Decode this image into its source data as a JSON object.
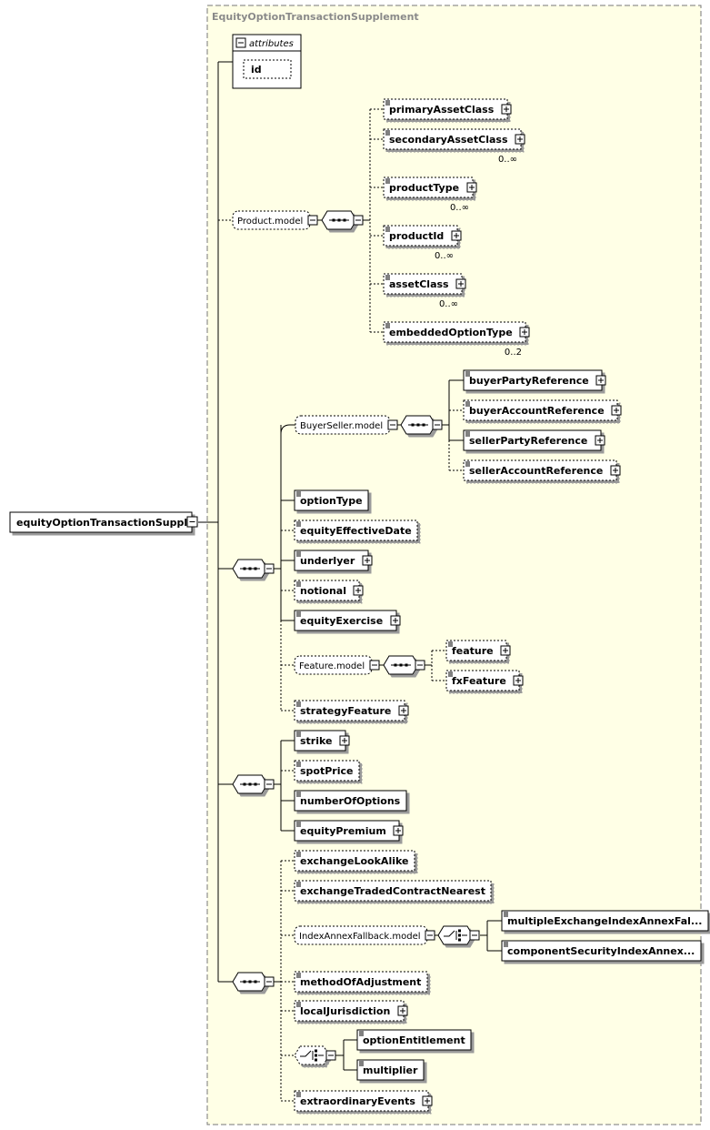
{
  "supplement_title": "EquityOptionTransactionSupplement",
  "root": {
    "label": "equityOptionTransactionSuppl..."
  },
  "attributes": {
    "label": "attributes",
    "items": [
      "id"
    ]
  },
  "product_model": {
    "label": "Product.model",
    "elements": [
      {
        "label": "primaryAssetClass",
        "card": ""
      },
      {
        "label": "secondaryAssetClass",
        "card": "0..∞"
      },
      {
        "label": "productType",
        "card": "0..∞"
      },
      {
        "label": "productId",
        "card": "0..∞"
      },
      {
        "label": "assetClass",
        "card": "0..∞"
      },
      {
        "label": "embeddedOptionType",
        "card": "0..2"
      }
    ]
  },
  "buyer_seller_model": {
    "label": "BuyerSeller.model",
    "elements": [
      "buyerPartyReference",
      "buyerAccountReference",
      "sellerPartyReference",
      "sellerAccountReference"
    ]
  },
  "sequence2_elements": [
    "optionType",
    "equityEffectiveDate",
    "underlyer",
    "notional",
    "equityExercise"
  ],
  "feature_model": {
    "label": "Feature.model",
    "elements": [
      "feature",
      "fxFeature"
    ]
  },
  "strategy_feature": "strategyFeature",
  "sequence3_elements": [
    "strike",
    "spotPrice",
    "numberOfOptions",
    "equityPremium"
  ],
  "sequence4_elements": [
    "exchangeLookAlike",
    "exchangeTradedContractNearest"
  ],
  "index_annex_model": {
    "label": "IndexAnnexFallback.model",
    "elements": [
      "multipleExchangeIndexAnnexFal...",
      "componentSecurityIndexAnnex..."
    ]
  },
  "sequence4_more": [
    "methodOfAdjustment",
    "localJurisdiction"
  ],
  "choice_elements": [
    "optionEntitlement",
    "multiplier"
  ],
  "extraordinary_events": "extraordinaryEvents"
}
